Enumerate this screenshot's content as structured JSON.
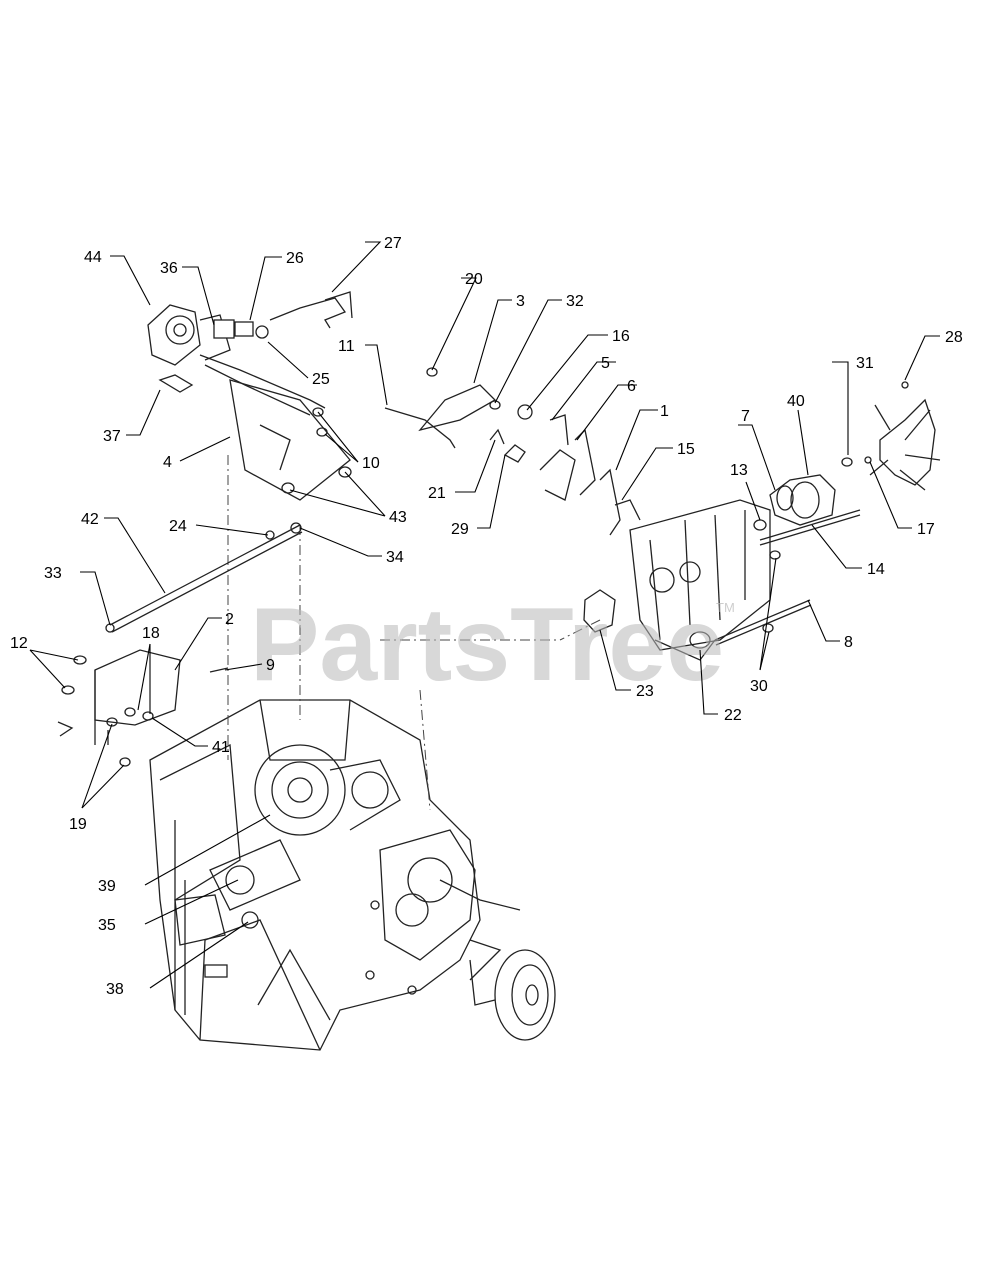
{
  "watermark": {
    "text": "PartsTree",
    "trademark": "TM"
  },
  "callouts": [
    "44",
    "36",
    "26",
    "27",
    "25",
    "37",
    "4",
    "10",
    "43",
    "20",
    "3",
    "32",
    "16",
    "5",
    "6",
    "1",
    "15",
    "11",
    "21",
    "29",
    "28",
    "31",
    "40",
    "7",
    "13",
    "17",
    "14",
    "8",
    "30",
    "22",
    "23",
    "42",
    "24",
    "34",
    "33",
    "12",
    "18",
    "2",
    "9",
    "41",
    "19",
    "39",
    "35",
    "38"
  ]
}
